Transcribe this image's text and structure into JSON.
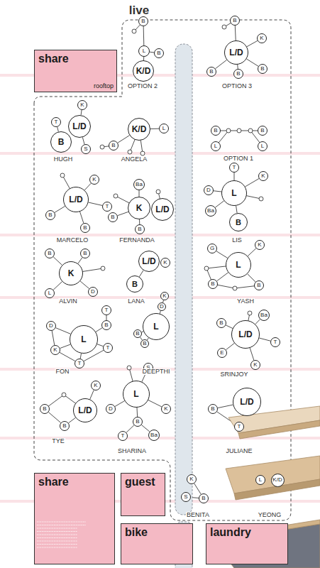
{
  "diagram": {
    "nodes": [
      {
        "text": [
          "B"
        ]
      },
      {
        "text": [
          "L"
        ]
      },
      {
        "text": [
          "B"
        ]
      },
      {
        "text": [
          "K/D"
        ]
      },
      {
        "text": [
          "B"
        ]
      },
      {
        "text": [
          "L/D"
        ]
      },
      {
        "text": [
          "K"
        ]
      },
      {
        "text": [
          "B"
        ]
      },
      {
        "text": [
          "B"
        ]
      },
      {
        "text": [
          "B"
        ]
      },
      {
        "text": [
          "share",
          "rooftop"
        ]
      },
      {
        "text": [
          "K"
        ]
      },
      {
        "text": [
          "L/D"
        ]
      },
      {
        "text": [
          "T"
        ]
      },
      {
        "text": [
          "B"
        ]
      },
      {
        "text": [
          "S"
        ]
      },
      {
        "text": [
          "K/D"
        ]
      },
      {
        "text": [
          "L"
        ]
      },
      {
        "text": [
          "B"
        ]
      },
      {
        "text": [
          "B"
        ]
      },
      {
        "text": [
          "B"
        ]
      },
      {
        "text": [
          "L"
        ]
      },
      {
        "text": [
          "L"
        ]
      },
      {
        "text": [
          "K"
        ]
      },
      {
        "text": [
          "L/D"
        ]
      },
      {
        "text": [
          "T"
        ]
      },
      {
        "text": [
          "B"
        ]
      },
      {
        "text": [
          "B"
        ]
      },
      {
        "text": [
          "Ba"
        ]
      },
      {
        "text": [
          "K"
        ]
      },
      {
        "text": [
          "L/D"
        ]
      },
      {
        "text": [
          "B"
        ]
      },
      {
        "text": [
          "B"
        ]
      },
      {
        "text": [
          "T"
        ]
      },
      {
        "text": [
          "K"
        ]
      },
      {
        "text": [
          "D"
        ]
      },
      {
        "text": [
          "L"
        ]
      },
      {
        "text": [
          "Ba"
        ]
      },
      {
        "text": [
          "B"
        ]
      },
      {
        "text": [
          "B"
        ]
      },
      {
        "text": [
          "B"
        ]
      },
      {
        "text": [
          "K"
        ]
      },
      {
        "text": [
          "L"
        ]
      },
      {
        "text": [
          "D"
        ]
      },
      {
        "text": [
          "L/D"
        ]
      },
      {
        "text": [
          "K"
        ]
      },
      {
        "text": [
          "B"
        ]
      },
      {
        "text": [
          "G"
        ]
      },
      {
        "text": [
          "K"
        ]
      },
      {
        "text": [
          "L"
        ]
      },
      {
        "text": [
          "B"
        ]
      },
      {
        "text": [
          "B"
        ]
      },
      {
        "text": [
          "T"
        ]
      },
      {
        "text": [
          "D"
        ]
      },
      {
        "text": [
          "B"
        ]
      },
      {
        "text": [
          "L"
        ]
      },
      {
        "text": [
          "K"
        ]
      },
      {
        "text": [
          "T"
        ]
      },
      {
        "text": [
          "T"
        ]
      },
      {
        "text": [
          "K"
        ]
      },
      {
        "text": [
          "D"
        ]
      },
      {
        "text": [
          "L"
        ]
      },
      {
        "text": [
          "B"
        ]
      },
      {
        "text": [
          "B"
        ]
      },
      {
        "text": [
          "B"
        ]
      },
      {
        "text": [
          "Ba"
        ]
      },
      {
        "text": [
          "L/D"
        ]
      },
      {
        "text": [
          "T"
        ]
      },
      {
        "text": [
          "E"
        ]
      },
      {
        "text": [
          "K"
        ]
      },
      {
        "text": [
          "K"
        ]
      },
      {
        "text": [
          "L/D"
        ]
      },
      {
        "text": [
          "B"
        ]
      },
      {
        "text": [
          "B"
        ]
      },
      {
        "text": [
          "S"
        ]
      },
      {
        "text": [
          "L"
        ]
      },
      {
        "text": [
          "D"
        ]
      },
      {
        "text": [
          "K"
        ]
      },
      {
        "text": [
          "B"
        ]
      },
      {
        "text": [
          "T"
        ]
      },
      {
        "text": [
          "Ba"
        ]
      },
      {
        "text": [
          "L/D"
        ]
      },
      {
        "text": [
          "B"
        ]
      },
      {
        "text": [
          "T"
        ]
      },
      {
        "text": [
          "K"
        ]
      },
      {
        "text": [
          "S"
        ]
      },
      {
        "text": [
          "B"
        ]
      },
      {
        "text": [
          "L"
        ]
      },
      {
        "text": [
          "K/D"
        ]
      },
      {
        "text": [
          "share"
        ]
      },
      {
        "text": [
          "guest"
        ]
      },
      {
        "text": [
          "bike"
        ]
      },
      {
        "text": [
          "laundry"
        ]
      }
    ],
    "edges": [
      {
        "from": 0,
        "to": 1,
        "arrow": "none"
      },
      {
        "from": 1,
        "to": 2,
        "arrow": "none"
      },
      {
        "from": 1,
        "to": 3,
        "arrow": "none"
      },
      {
        "from": 4,
        "to": 5,
        "arrow": "none"
      },
      {
        "from": 5,
        "to": 6,
        "arrow": "none"
      },
      {
        "from": 5,
        "to": 7,
        "arrow": "none"
      },
      {
        "from": 5,
        "to": 8,
        "arrow": "none"
      },
      {
        "from": 5,
        "to": 9,
        "arrow": "none"
      },
      {
        "from": 11,
        "to": 12,
        "arrow": "none"
      },
      {
        "from": 13,
        "to": 14,
        "arrow": "none"
      },
      {
        "from": 12,
        "to": 15,
        "arrow": "none"
      },
      {
        "from": 16,
        "to": 17,
        "arrow": "none"
      },
      {
        "from": 16,
        "to": 18,
        "arrow": "none"
      },
      {
        "from": 19,
        "to": 20,
        "arrow": "none"
      },
      {
        "from": 24,
        "to": 23,
        "arrow": "none"
      },
      {
        "from": 24,
        "to": 25,
        "arrow": "none"
      },
      {
        "from": 24,
        "to": 26,
        "arrow": "none"
      },
      {
        "from": 24,
        "to": 27,
        "arrow": "none"
      },
      {
        "from": 28,
        "to": 29,
        "arrow": "none"
      },
      {
        "from": 29,
        "to": 31,
        "arrow": "none"
      },
      {
        "from": 29,
        "to": 32,
        "arrow": "none"
      },
      {
        "from": 36,
        "to": 33,
        "arrow": "none"
      },
      {
        "from": 36,
        "to": 34,
        "arrow": "none"
      },
      {
        "from": 36,
        "to": 35,
        "arrow": "none"
      },
      {
        "from": 36,
        "to": 37,
        "arrow": "none"
      },
      {
        "from": 36,
        "to": 38,
        "arrow": "none"
      },
      {
        "from": 41,
        "to": 39,
        "arrow": "none"
      },
      {
        "from": 41,
        "to": 40,
        "arrow": "none"
      },
      {
        "from": 41,
        "to": 42,
        "arrow": "none"
      },
      {
        "from": 41,
        "to": 43,
        "arrow": "none"
      },
      {
        "from": 44,
        "to": 46,
        "arrow": "none"
      },
      {
        "from": 49,
        "to": 47,
        "arrow": "none"
      },
      {
        "from": 49,
        "to": 48,
        "arrow": "none"
      },
      {
        "from": 49,
        "to": 50,
        "arrow": "none"
      },
      {
        "from": 49,
        "to": 51,
        "arrow": "none"
      },
      {
        "from": 55,
        "to": 53,
        "arrow": "none"
      },
      {
        "from": 55,
        "to": 54,
        "arrow": "none"
      },
      {
        "from": 55,
        "to": 56,
        "arrow": "none"
      },
      {
        "from": 55,
        "to": 57,
        "arrow": "none"
      },
      {
        "from": 55,
        "to": 58,
        "arrow": "none"
      },
      {
        "from": 53,
        "to": 56,
        "arrow": "none"
      },
      {
        "from": 56,
        "to": 58,
        "arrow": "none"
      },
      {
        "from": 58,
        "to": 57,
        "arrow": "none"
      },
      {
        "from": 52,
        "to": 54,
        "arrow": "none"
      },
      {
        "from": 59,
        "to": 60,
        "arrow": "none"
      },
      {
        "from": 60,
        "to": 61,
        "arrow": "none"
      },
      {
        "from": 61,
        "to": 62,
        "arrow": "none"
      },
      {
        "from": 61,
        "to": 63,
        "arrow": "none"
      },
      {
        "from": 62,
        "to": 63,
        "arrow": "none"
      },
      {
        "from": 66,
        "to": 64,
        "arrow": "none"
      },
      {
        "from": 66,
        "to": 65,
        "arrow": "none"
      },
      {
        "from": 66,
        "to": 67,
        "arrow": "none"
      },
      {
        "from": 66,
        "to": 68,
        "arrow": "none"
      },
      {
        "from": 66,
        "to": 69,
        "arrow": "none"
      },
      {
        "from": 70,
        "to": 71,
        "arrow": "none"
      },
      {
        "from": 72,
        "to": 73,
        "arrow": "none"
      },
      {
        "from": 73,
        "to": 71,
        "arrow": "none"
      },
      {
        "from": 75,
        "to": 74,
        "arrow": "none"
      },
      {
        "from": 75,
        "to": 76,
        "arrow": "none"
      },
      {
        "from": 75,
        "to": 77,
        "arrow": "none"
      },
      {
        "from": 75,
        "to": 78,
        "arrow": "none"
      },
      {
        "from": 78,
        "to": 79,
        "arrow": "none"
      },
      {
        "from": 78,
        "to": 80,
        "arrow": "none"
      },
      {
        "from": 81,
        "to": 82,
        "arrow": "none"
      },
      {
        "from": 81,
        "to": 83,
        "arrow": "none"
      },
      {
        "from": 82,
        "to": 83,
        "arrow": "none"
      },
      {
        "from": 84,
        "to": 86,
        "arrow": "none"
      },
      {
        "from": 85,
        "to": 86,
        "arrow": "none"
      },
      {
        "from": 87,
        "to": 88,
        "arrow": "none"
      }
    ],
    "labels": [
      "live",
      "OPTION 2",
      "OPTION 3",
      "HUGH",
      "ANGELA",
      "OPTION 1",
      "MARCELO",
      "FERNANDA",
      "LIS",
      "ALVIN",
      "LANA",
      "YASH",
      "FON",
      "DEEPTHI",
      "SRINJOY",
      "TYE",
      "SHARINA",
      "JULIANE",
      "BENITA",
      "YEONG"
    ]
  }
}
